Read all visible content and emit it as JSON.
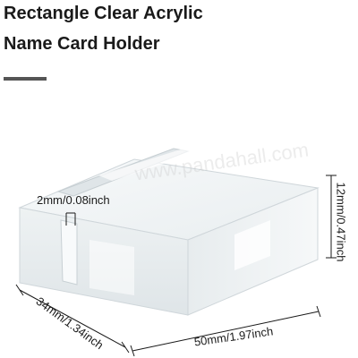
{
  "product": {
    "title_line1": "Rectangle Clear Acrylic",
    "title_line2": "Name Card Holder",
    "watermark": "www.pandahall.com"
  },
  "dimensions": {
    "slot_thickness": "2mm/0.08inch",
    "height": "12mm/0.47inch",
    "depth": "34mm/1.34inch",
    "width": "50mm/1.97inch"
  },
  "colors": {
    "title_text": "#1a1a1a",
    "rule": "#555555",
    "acrylic_edge": "#cfd6da",
    "acrylic_face": "#f3f6f7"
  }
}
